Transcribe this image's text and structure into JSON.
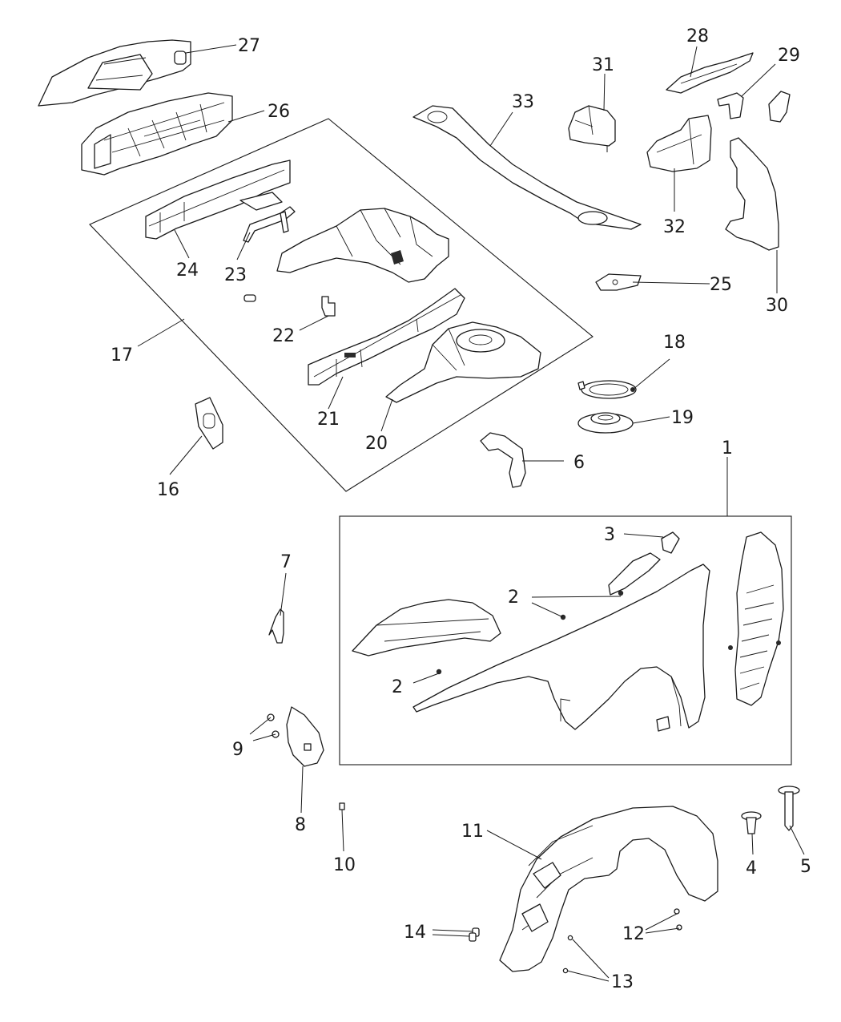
{
  "diagram": {
    "labels": [
      {
        "id": "1",
        "text": "1"
      },
      {
        "id": "2a",
        "text": "2"
      },
      {
        "id": "2b",
        "text": "2"
      },
      {
        "id": "3",
        "text": "3"
      },
      {
        "id": "4",
        "text": "4"
      },
      {
        "id": "5",
        "text": "5"
      },
      {
        "id": "6",
        "text": "6"
      },
      {
        "id": "7",
        "text": "7"
      },
      {
        "id": "8",
        "text": "8"
      },
      {
        "id": "9",
        "text": "9"
      },
      {
        "id": "10",
        "text": "10"
      },
      {
        "id": "11",
        "text": "11"
      },
      {
        "id": "12",
        "text": "12"
      },
      {
        "id": "13",
        "text": "13"
      },
      {
        "id": "14",
        "text": "14"
      },
      {
        "id": "16",
        "text": "16"
      },
      {
        "id": "17",
        "text": "17"
      },
      {
        "id": "18",
        "text": "18"
      },
      {
        "id": "19",
        "text": "19"
      },
      {
        "id": "20",
        "text": "20"
      },
      {
        "id": "21",
        "text": "21"
      },
      {
        "id": "22",
        "text": "22"
      },
      {
        "id": "23",
        "text": "23"
      },
      {
        "id": "24",
        "text": "24"
      },
      {
        "id": "25",
        "text": "25"
      },
      {
        "id": "26",
        "text": "26"
      },
      {
        "id": "27",
        "text": "27"
      },
      {
        "id": "28",
        "text": "28"
      },
      {
        "id": "29",
        "text": "29"
      },
      {
        "id": "30",
        "text": "30"
      },
      {
        "id": "31",
        "text": "31"
      },
      {
        "id": "32",
        "text": "32"
      },
      {
        "id": "33",
        "text": "33"
      }
    ]
  }
}
